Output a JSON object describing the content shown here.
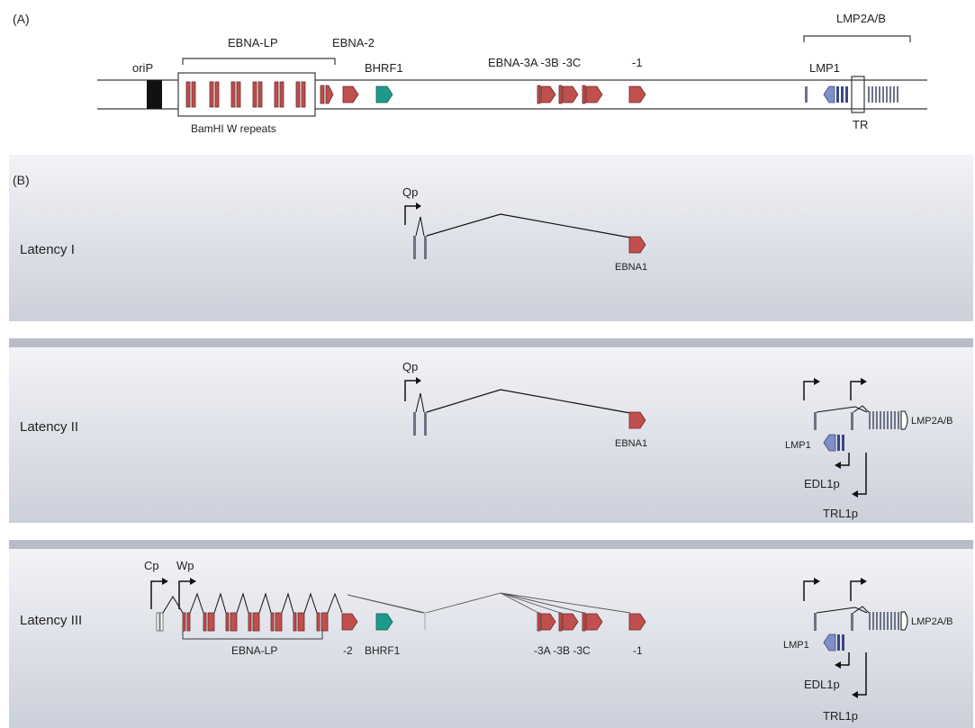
{
  "colors": {
    "exon_red": "#c0504d",
    "exon_teal": "#1f9a8a",
    "exon_blue": "#7f8fc8",
    "exon_slate": "#6c7386",
    "panel_top": "#f1f2f6",
    "panel_bottom": "#cfd2dc",
    "panel_strip": "#b8bcc8",
    "line": "#3a3a3a"
  },
  "panel_a": {
    "label": "(A)",
    "orip": "oriP",
    "ebna_lp": "EBNA-LP",
    "ebna2": "EBNA-2",
    "bhrf1": "BHRF1",
    "ebna3": "EBNA-3A -3B -3C",
    "ebna1": "-1",
    "lmp2ab": "LMP2A/B",
    "lmp1": "LMP1",
    "bamhi": "BamHI W repeats",
    "tr": "TR"
  },
  "panel_b": {
    "label": "(B)",
    "latency1": {
      "title": "Latency I",
      "promoter": "Qp",
      "gene": "EBNA1"
    },
    "latency2": {
      "title": "Latency II",
      "promoter": "Qp",
      "gene": "EBNA1",
      "lmp1": "LMP1",
      "lmp2ab": "LMP2A/B",
      "edl1p": "EDL1p",
      "trl1p": "TRL1p"
    },
    "latency3": {
      "title": "Latency III",
      "cp": "Cp",
      "wp": "Wp",
      "ebna_lp": "EBNA-LP",
      "ebna2": "-2",
      "bhrf1": "BHRF1",
      "ebna3": "-3A -3B -3C",
      "ebna1": "-1",
      "lmp1": "LMP1",
      "lmp2ab": "LMP2A/B",
      "edl1p": "EDL1p",
      "trl1p": "TRL1p"
    }
  }
}
